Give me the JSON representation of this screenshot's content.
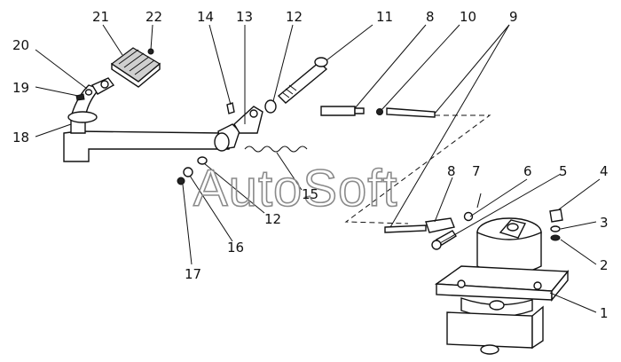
{
  "watermark": "AutoSoft",
  "callouts": [
    {
      "id": "c1",
      "text": "1"
    },
    {
      "id": "c2",
      "text": "2"
    },
    {
      "id": "c3",
      "text": "3"
    },
    {
      "id": "c4",
      "text": "4"
    },
    {
      "id": "c5",
      "text": "5"
    },
    {
      "id": "c6",
      "text": "6"
    },
    {
      "id": "c7",
      "text": "7"
    },
    {
      "id": "c8a",
      "text": "8"
    },
    {
      "id": "c8b",
      "text": "8"
    },
    {
      "id": "c9",
      "text": "9"
    },
    {
      "id": "c10",
      "text": "10"
    },
    {
      "id": "c11",
      "text": "11"
    },
    {
      "id": "c12a",
      "text": "12"
    },
    {
      "id": "c12b",
      "text": "12"
    },
    {
      "id": "c13",
      "text": "13"
    },
    {
      "id": "c14",
      "text": "14"
    },
    {
      "id": "c15",
      "text": "15"
    },
    {
      "id": "c16",
      "text": "16"
    },
    {
      "id": "c17",
      "text": "17"
    },
    {
      "id": "c18",
      "text": "18"
    },
    {
      "id": "c19",
      "text": "19"
    },
    {
      "id": "c20",
      "text": "20"
    },
    {
      "id": "c21",
      "text": "21"
    },
    {
      "id": "c22",
      "text": "22"
    }
  ]
}
